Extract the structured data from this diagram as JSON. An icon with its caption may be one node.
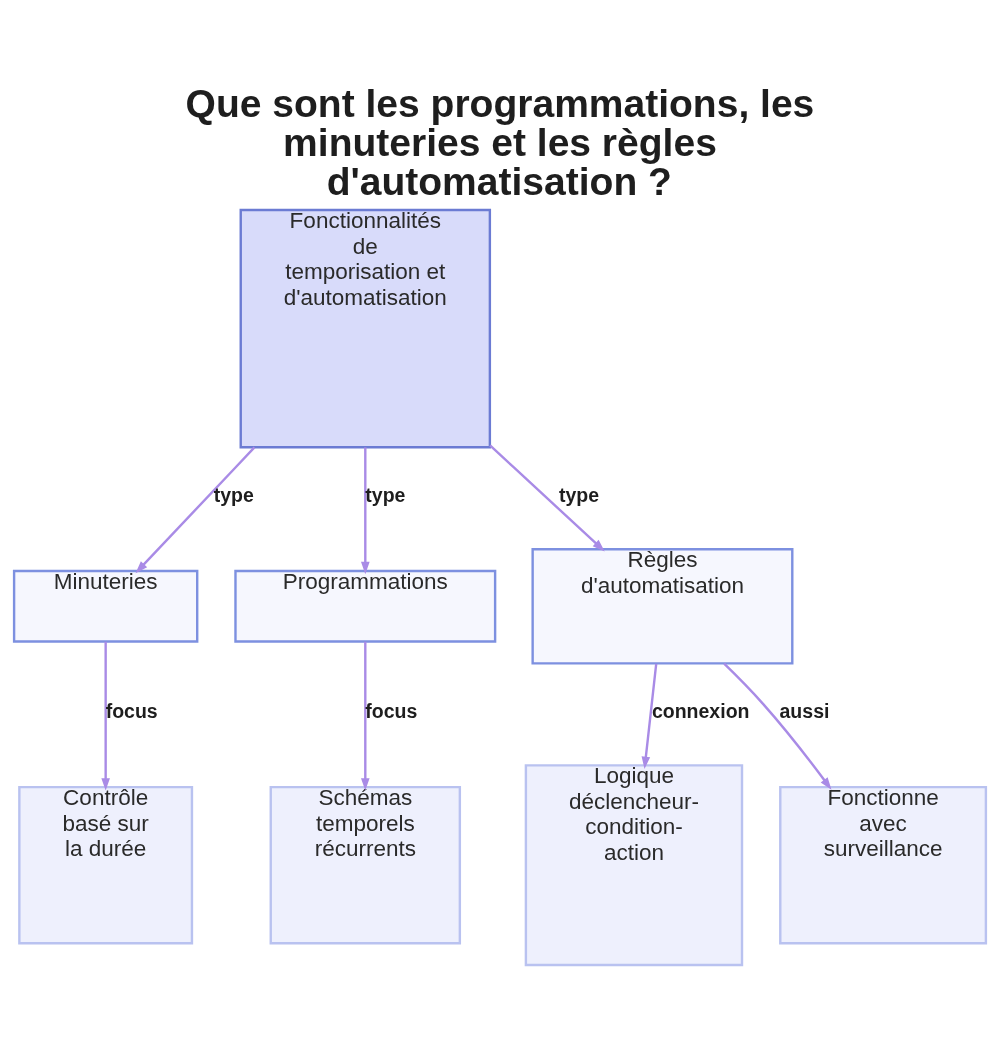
{
  "diagram": {
    "title": "Que sont les programmations, les minuteries et les règles d'automatisation ?",
    "nodes": [
      {
        "text": [
          "Fonctionnalités de temporisation et d'automatisation"
        ]
      },
      {
        "text": [
          "Minuteries"
        ]
      },
      {
        "text": [
          "Programmations"
        ]
      },
      {
        "text": [
          "Règles d'automatisation"
        ]
      },
      {
        "text": [
          "Contrôle basé sur la durée"
        ]
      },
      {
        "text": [
          "Schémas temporels récurrents"
        ]
      },
      {
        "text": [
          "Logique déclencheur-condition-action"
        ]
      },
      {
        "text": [
          "Fonctionne avec surveillance"
        ]
      }
    ],
    "edges": [
      {
        "from": 0,
        "to": 1,
        "arrow": "to",
        "label": "type"
      },
      {
        "from": 0,
        "to": 2,
        "arrow": "to",
        "label": "type"
      },
      {
        "from": 0,
        "to": 3,
        "arrow": "to",
        "label": "type"
      },
      {
        "from": 1,
        "to": 4,
        "arrow": "to",
        "label": "focus"
      },
      {
        "from": 2,
        "to": 5,
        "arrow": "to",
        "label": "focus"
      },
      {
        "from": 3,
        "to": 6,
        "arrow": "to",
        "label": "connexion"
      },
      {
        "from": 3,
        "to": 7,
        "arrow": "to",
        "label": "aussi"
      }
    ]
  }
}
